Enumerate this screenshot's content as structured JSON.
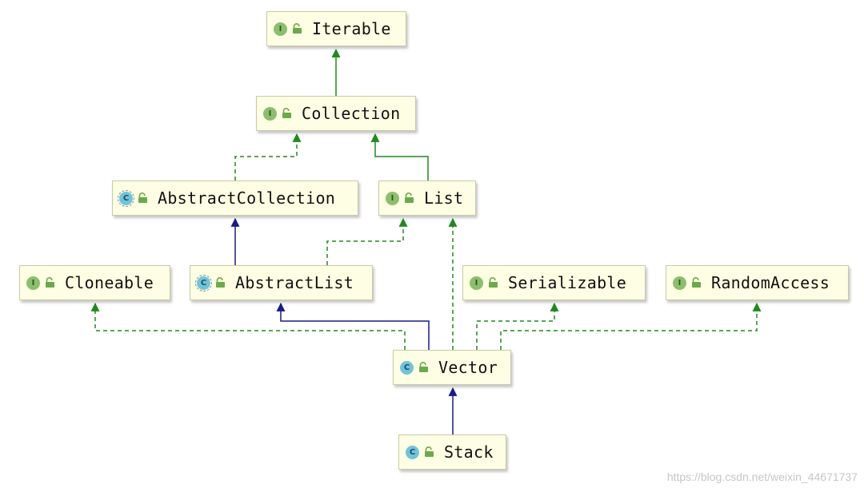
{
  "nodes": {
    "iterable": {
      "name": "Iterable",
      "kind": "interface",
      "badge": "I"
    },
    "collection": {
      "name": "Collection",
      "kind": "interface",
      "badge": "I"
    },
    "abstract_collection": {
      "name": "AbstractCollection",
      "kind": "abstract-class",
      "badge": "C"
    },
    "list": {
      "name": "List",
      "kind": "interface",
      "badge": "I"
    },
    "cloneable": {
      "name": "Cloneable",
      "kind": "interface",
      "badge": "I"
    },
    "abstract_list": {
      "name": "AbstractList",
      "kind": "abstract-class",
      "badge": "C"
    },
    "serializable": {
      "name": "Serializable",
      "kind": "interface",
      "badge": "I"
    },
    "random_access": {
      "name": "RandomAccess",
      "kind": "interface",
      "badge": "I"
    },
    "vector": {
      "name": "Vector",
      "kind": "class",
      "badge": "C"
    },
    "stack": {
      "name": "Stack",
      "kind": "class",
      "badge": "C"
    }
  },
  "relationships": [
    {
      "from": "Collection",
      "to": "Iterable",
      "type": "extends"
    },
    {
      "from": "AbstractCollection",
      "to": "Collection",
      "type": "implements"
    },
    {
      "from": "List",
      "to": "Collection",
      "type": "extends"
    },
    {
      "from": "AbstractList",
      "to": "AbstractCollection",
      "type": "extends"
    },
    {
      "from": "AbstractList",
      "to": "List",
      "type": "implements"
    },
    {
      "from": "Vector",
      "to": "AbstractList",
      "type": "extends"
    },
    {
      "from": "Vector",
      "to": "List",
      "type": "implements"
    },
    {
      "from": "Vector",
      "to": "Cloneable",
      "type": "implements"
    },
    {
      "from": "Vector",
      "to": "Serializable",
      "type": "implements"
    },
    {
      "from": "Vector",
      "to": "RandomAccess",
      "type": "implements"
    },
    {
      "from": "Stack",
      "to": "Vector",
      "type": "extends"
    }
  ],
  "colors": {
    "interface_edge": "#1e8a1e",
    "class_edge": "#1a1a8c",
    "node_fill": "#fefee4",
    "interface_badge": "#8bbf6e",
    "class_badge": "#6fc4dc"
  },
  "watermark": "https://blog.csdn.net/weixin_44671737"
}
